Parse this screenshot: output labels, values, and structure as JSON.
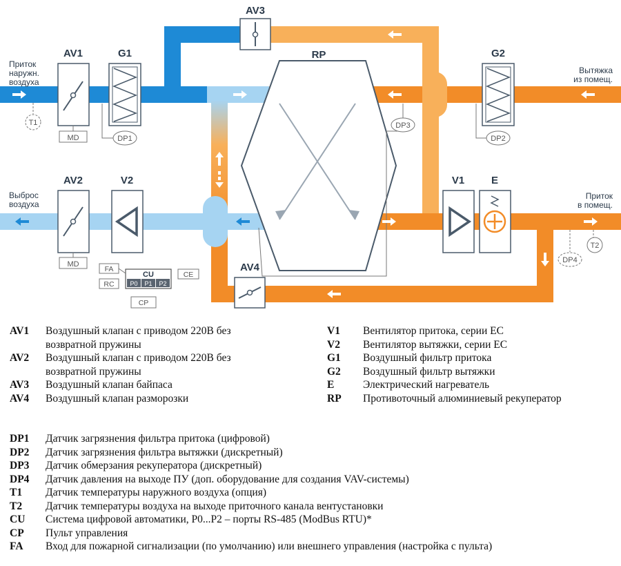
{
  "diagram": {
    "components": {
      "AV1": "AV1",
      "AV2": "AV2",
      "AV3": "AV3",
      "AV4": "AV4",
      "G1": "G1",
      "G2": "G2",
      "V1": "V1",
      "V2": "V2",
      "E": "E",
      "RP": "RP"
    },
    "ports": {
      "inlet_outdoor": [
        "Приток",
        "наружн.",
        "воздуха"
      ],
      "exhaust_out": [
        "Выброс",
        "воздуха"
      ],
      "extract_in": [
        "Вытяжка",
        "из помещ."
      ],
      "supply_out": [
        "Приток",
        "в помещ."
      ]
    },
    "sensors": {
      "T1": "T1",
      "T2": "T2",
      "DP1": "DP1",
      "DP2": "DP2",
      "DP3": "DP3",
      "DP4": "DP4",
      "MD1": "MD",
      "MD2": "MD"
    },
    "control": {
      "CU": "CU",
      "P0": "P0",
      "P1": "P1",
      "P2": "P2",
      "FA": "FA",
      "RC": "RC",
      "CE": "CE",
      "CP": "CP"
    },
    "colors": {
      "cold": "#1e8ad6",
      "cold_light": "#a6d4f2",
      "warm": "#f28c28",
      "warm_light": "#f8b05a",
      "outline": "#4a5a6a"
    }
  },
  "legend_main_left": [
    {
      "code": "AV1",
      "lines": [
        "Воздушный клапан с приводом 220В без",
        "возвратной пружины"
      ]
    },
    {
      "code": "AV2",
      "lines": [
        "Воздушный клапан с приводом 220В без",
        "возвратной пружины"
      ]
    },
    {
      "code": "AV3",
      "lines": [
        "Воздушный клапан байпаса"
      ]
    },
    {
      "code": "AV4",
      "lines": [
        "Воздушный клапан разморозки"
      ]
    }
  ],
  "legend_main_right": [
    {
      "code": "V1",
      "text": "Вентилятор притока, серии ЕС"
    },
    {
      "code": "V2",
      "text": "Вентилятор вытяжки, серии ЕС"
    },
    {
      "code": "G1",
      "text": "Воздушный фильтр притока"
    },
    {
      "code": "G2",
      "text": "Воздушный фильтр вытяжки"
    },
    {
      "code": "E",
      "text": "Электрический нагреватель"
    },
    {
      "code": "RP",
      "text": "Противоточный алюминиевый рекуператор"
    }
  ],
  "legend_sensors": [
    {
      "code": "DP1",
      "text": "Датчик загрязнения фильтра притока (цифровой)"
    },
    {
      "code": "DP2",
      "text": "Датчик загрязнения фильтра вытяжки (дискретный)"
    },
    {
      "code": "DP3",
      "text": "Датчик обмерзания рекуператора (дискретный)"
    },
    {
      "code": "DP4",
      "text": "Датчик давления на выходе ПУ (доп. оборудование для создания VAV-системы)"
    },
    {
      "code": "T1",
      "text": "Датчик температуры наружного воздуха (опция)"
    },
    {
      "code": "T2",
      "text": "Датчик температуры воздуха на выходе приточного канала вентустановки"
    },
    {
      "code": "CU",
      "text": "Система цифровой автоматики, P0...P2 – порты RS-485 (ModBus RTU)*"
    },
    {
      "code": "CP",
      "text": "Пульт управления"
    },
    {
      "code": "FA",
      "text": "Вход для пожарной сигнализации (по умолчанию) или внешнего управления (настройка с пульта)"
    }
  ]
}
